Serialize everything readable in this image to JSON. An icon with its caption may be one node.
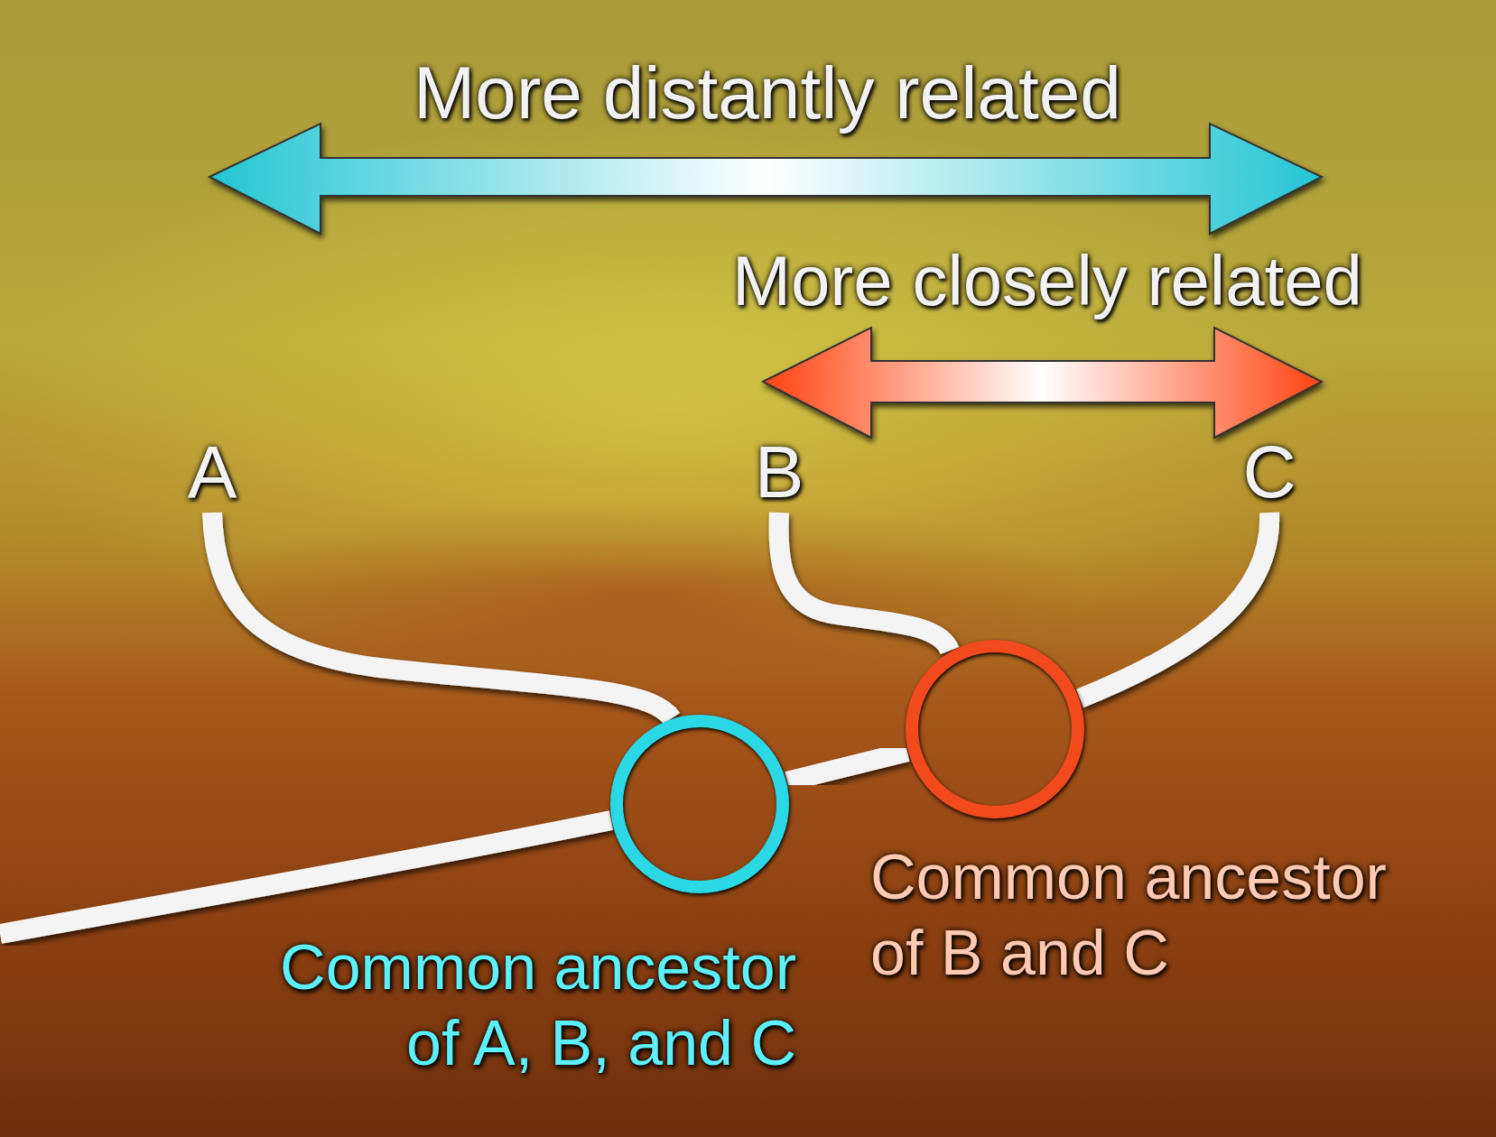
{
  "diagram": {
    "nodes": [
      {
        "text": [
          "A"
        ]
      },
      {
        "text": [
          "B"
        ]
      },
      {
        "text": [
          "C"
        ]
      },
      {
        "text": [],
        "shape": "circle",
        "beside": [
          "Common ancestor of A, B, and C"
        ]
      },
      {
        "text": [],
        "shape": "circle",
        "beside": [
          "Common ancestor of B and C"
        ]
      }
    ],
    "edges": [
      {
        "from": null,
        "to": 3,
        "arrow": "none"
      },
      {
        "from": 3,
        "to": 0,
        "arrow": "none"
      },
      {
        "from": 3,
        "to": 4,
        "arrow": "none"
      },
      {
        "from": 4,
        "to": 1,
        "arrow": "none"
      },
      {
        "from": 4,
        "to": 2,
        "arrow": "none"
      }
    ],
    "labels": [
      "More distantly related",
      "More closely related"
    ]
  }
}
